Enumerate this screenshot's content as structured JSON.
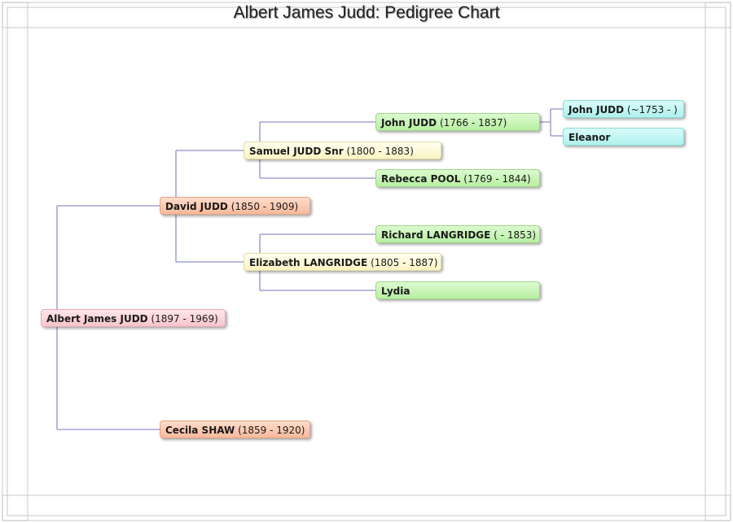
{
  "title": "Albert James Judd: Pedigree Chart",
  "colors": {
    "connector": "#8f8fcc",
    "generation_1": "#f9c5cb",
    "generation_2": "#f7b99c",
    "generation_3": "#fbf4c4",
    "generation_4": "#b8eea2",
    "generation_5": "#aef1ed"
  },
  "people": {
    "albert": {
      "name": "Albert James JUDD",
      "dates": "(1897 - 1969)"
    },
    "david": {
      "name": "David JUDD",
      "dates": "(1850 - 1909)"
    },
    "cecila": {
      "name": "Cecila SHAW",
      "dates": "(1859 - 1920)"
    },
    "samuel": {
      "name": "Samuel JUDD Snr",
      "dates": "(1800 - 1883)"
    },
    "elizabeth": {
      "name": "Elizabeth LANGRIDGE",
      "dates": "(1805 - 1887)"
    },
    "john1766": {
      "name": "John JUDD",
      "dates": "(1766 - 1837)"
    },
    "rebecca": {
      "name": "Rebecca POOL",
      "dates": "(1769 - 1844)"
    },
    "richard": {
      "name": "Richard LANGRIDGE",
      "dates": "( - 1853)"
    },
    "lydia": {
      "name": "Lydia",
      "dates": ""
    },
    "john1753": {
      "name": "John JUDD",
      "dates": "(~1753 - )"
    },
    "eleanor": {
      "name": "Eleanor",
      "dates": ""
    }
  }
}
